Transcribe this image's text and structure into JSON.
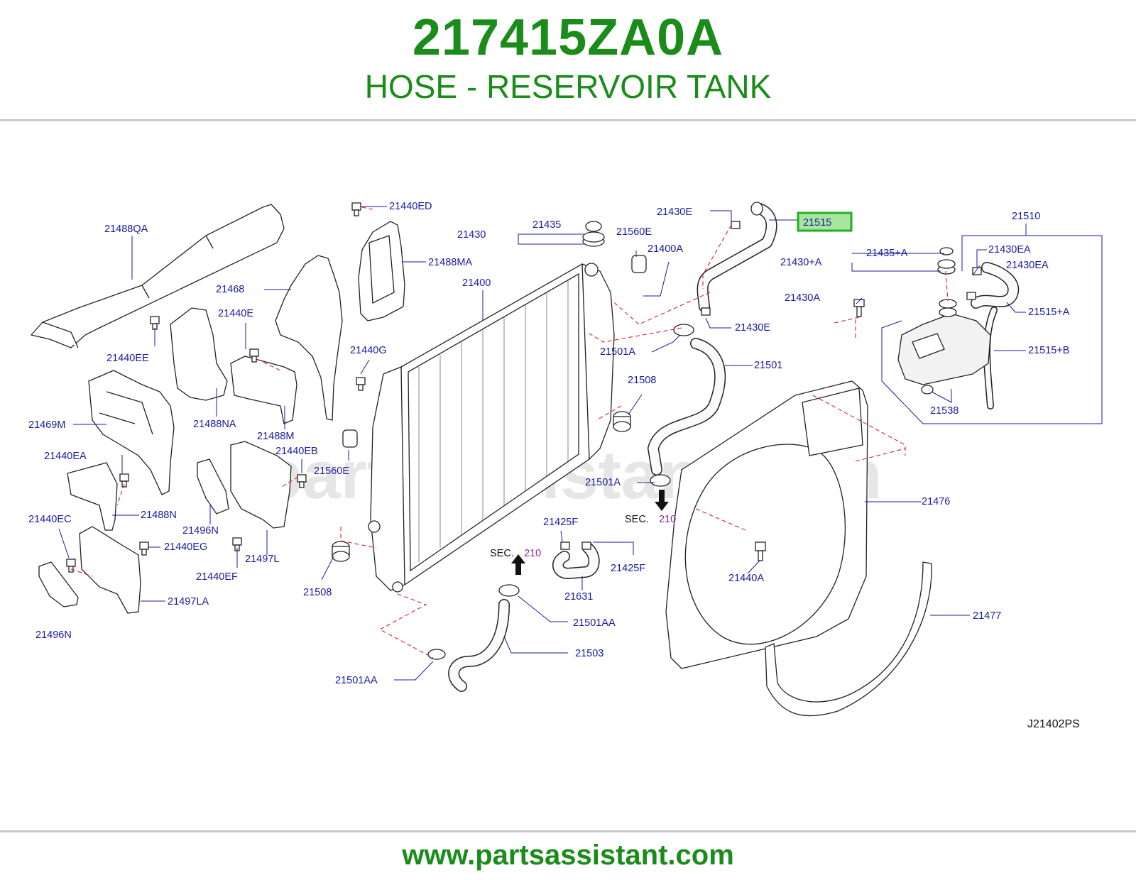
{
  "header": {
    "part_number": "217415ZA0A",
    "part_name": "HOSE - RESERVOIR TANK"
  },
  "watermark": "partsassistant.com",
  "diagram": {
    "highlight_color": "#22b022",
    "callouts": {
      "c21488QA": "21488QA",
      "c21440ED": "21440ED",
      "c21488MA": "21488MA",
      "c21468": "21468",
      "c21440E": "21440E",
      "c21440EE": "21440EE",
      "c21488NA": "21488NA",
      "c21469M": "21469M",
      "c21488M": "21488M",
      "c21440EA": "21440EA",
      "c21440EB": "21440EB",
      "c21488N": "21488N",
      "c21496N_a": "21496N",
      "c21440EC": "21440EC",
      "c21440EG": "21440EG",
      "c21497L": "21497L",
      "c21440EF": "21440EF",
      "c21497LA": "21497LA",
      "c21496N_b": "21496N",
      "c21430": "21430",
      "c21435": "21435",
      "c21560E_a": "21560E",
      "c21400A": "21400A",
      "c21400": "21400",
      "c21440G": "21440G",
      "c21560E_b": "21560E",
      "c21508_a": "21508",
      "c21430E_a": "21430E",
      "c21515": "21515",
      "c21430pA": "21430+A",
      "c21435pA": "21435+A",
      "c21430EA_a": "21430EA",
      "c21430EA_b": "21430EA",
      "c21510": "21510",
      "c21430A": "21430A",
      "c21515pA": "21515+A",
      "c21430E_b": "21430E",
      "c21501A_a": "21501A",
      "c21501": "21501",
      "c21515pB": "21515+B",
      "c21508_b": "21508",
      "c21538": "21538",
      "c21501A_b": "21501A",
      "c21476": "21476",
      "c21425F_a": "21425F",
      "c21425F_b": "21425F",
      "c21631": "21631",
      "c21440A": "21440A",
      "c21501AA_a": "21501AA",
      "c21503": "21503",
      "c21501AA_b": "21501AA",
      "c21477": "21477"
    },
    "sec_label": "SEC.",
    "sec_number": "210",
    "figure_ref": "J21402PS"
  },
  "footer": {
    "url": "www.partsassistant.com"
  }
}
